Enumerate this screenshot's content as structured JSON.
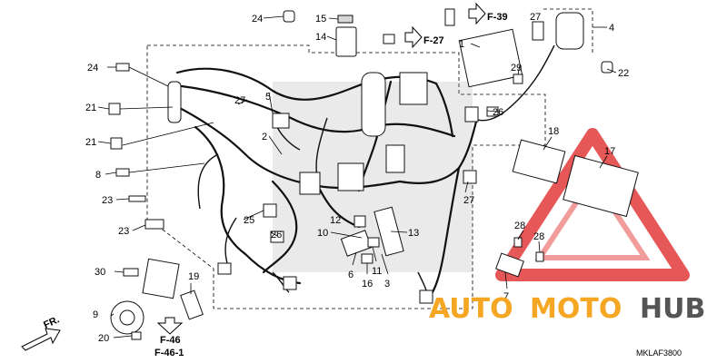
{
  "diagram": {
    "code": "MKLAF3800",
    "direction_label": "FR.",
    "refs": [
      {
        "id": "ref-f39",
        "label": "F-39"
      },
      {
        "id": "ref-f27",
        "label": "F-27"
      },
      {
        "id": "ref-f46",
        "label": "F-46"
      },
      {
        "id": "ref-f46-1",
        "label": "F-46-1"
      }
    ],
    "part_numbers": [
      "1",
      "2",
      "3",
      "4",
      "5",
      "6",
      "7",
      "8",
      "9",
      "10",
      "11",
      "12",
      "13",
      "14",
      "15",
      "16",
      "17",
      "18",
      "19",
      "20",
      "21",
      "22",
      "23",
      "24",
      "25",
      "26",
      "27",
      "28",
      "29",
      "30"
    ],
    "callouts": [
      {
        "n": "24"
      },
      {
        "n": "15"
      },
      {
        "n": "14"
      },
      {
        "n": "1"
      },
      {
        "n": "27"
      },
      {
        "n": "4"
      },
      {
        "n": "29"
      },
      {
        "n": "22"
      },
      {
        "n": "24"
      },
      {
        "n": "5"
      },
      {
        "n": "27"
      },
      {
        "n": "21"
      },
      {
        "n": "21"
      },
      {
        "n": "26"
      },
      {
        "n": "18"
      },
      {
        "n": "17"
      },
      {
        "n": "8"
      },
      {
        "n": "2"
      },
      {
        "n": "23"
      },
      {
        "n": "27"
      },
      {
        "n": "23"
      },
      {
        "n": "25"
      },
      {
        "n": "26"
      },
      {
        "n": "12"
      },
      {
        "n": "10"
      },
      {
        "n": "13"
      },
      {
        "n": "28"
      },
      {
        "n": "28"
      },
      {
        "n": "30"
      },
      {
        "n": "19"
      },
      {
        "n": "6"
      },
      {
        "n": "16"
      },
      {
        "n": "11"
      },
      {
        "n": "3"
      },
      {
        "n": "7"
      },
      {
        "n": "9"
      },
      {
        "n": "20"
      }
    ]
  },
  "watermark": {
    "brand_part1": "AUTO",
    "brand_part2": "MOTO",
    "brand_part3": "HUB",
    "color_orange": "#f5a623",
    "color_red": "#e23b3b",
    "color_gray": "#555555"
  }
}
